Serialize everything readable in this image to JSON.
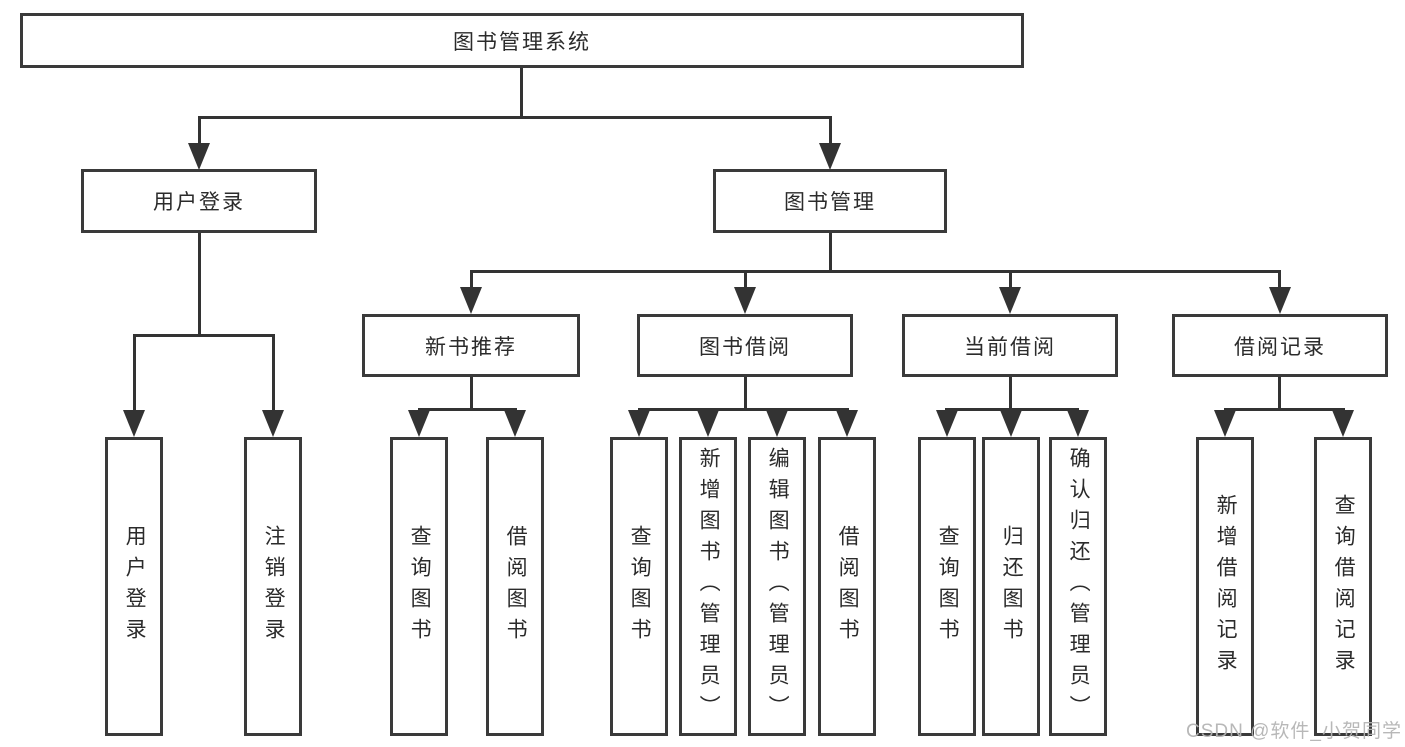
{
  "colors": {
    "line": "#333333",
    "border": "#3a3a3a",
    "text": "#2b2b2b",
    "watermark": "#b5b5b5",
    "background": "#ffffff"
  },
  "tree": {
    "label": "图书管理系统",
    "children": [
      {
        "label": "用户登录",
        "children": [
          {
            "label": "用户登录"
          },
          {
            "label": "注销登录"
          }
        ]
      },
      {
        "label": "图书管理",
        "children": [
          {
            "label": "新书推荐",
            "children": [
              {
                "label": "查询图书"
              },
              {
                "label": "借阅图书"
              }
            ]
          },
          {
            "label": "图书借阅",
            "children": [
              {
                "label": "查询图书"
              },
              {
                "label": "新增图书（管理员）"
              },
              {
                "label": "编辑图书（管理员）"
              },
              {
                "label": "借阅图书"
              }
            ]
          },
          {
            "label": "当前借阅",
            "children": [
              {
                "label": "查询图书"
              },
              {
                "label": "归还图书"
              },
              {
                "label": "确认归还（管理员）"
              }
            ]
          },
          {
            "label": "借阅记录",
            "children": [
              {
                "label": "新增借阅记录"
              },
              {
                "label": "查询借阅记录"
              }
            ]
          }
        ]
      }
    ]
  },
  "watermark": {
    "text": "CSDN @软件_小贺同学"
  }
}
